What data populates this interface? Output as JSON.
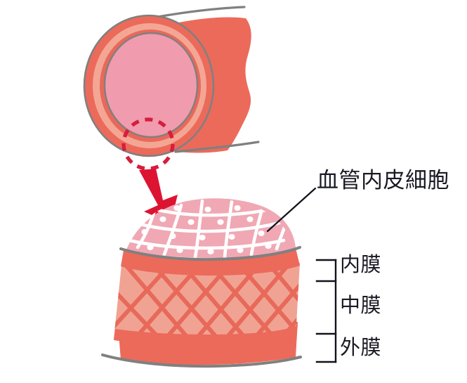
{
  "figure": {
    "title_label": "血管内皮細胞",
    "layer_labels": {
      "intima": "内膜",
      "media": "中膜",
      "adventitia": "外膜"
    },
    "colors": {
      "outline_gray": "#808080",
      "vessel_outer": "#ec6a5a",
      "vessel_mid": "#f2a294",
      "vessel_inner_ring": "#e8695a",
      "lumen_pink": "#f09bae",
      "endothelium_fill": "#f0a8b4",
      "endothelium_border": "#ffffff",
      "media_base": "#f0a393",
      "media_lattice": "#e8695a",
      "adventitia_band": "#ec6a5a",
      "arrow_crimson": "#dc1431",
      "dashed_circle": "#d81c3c",
      "label_text": "#1a1a24",
      "bracket_line": "#12121c"
    }
  }
}
